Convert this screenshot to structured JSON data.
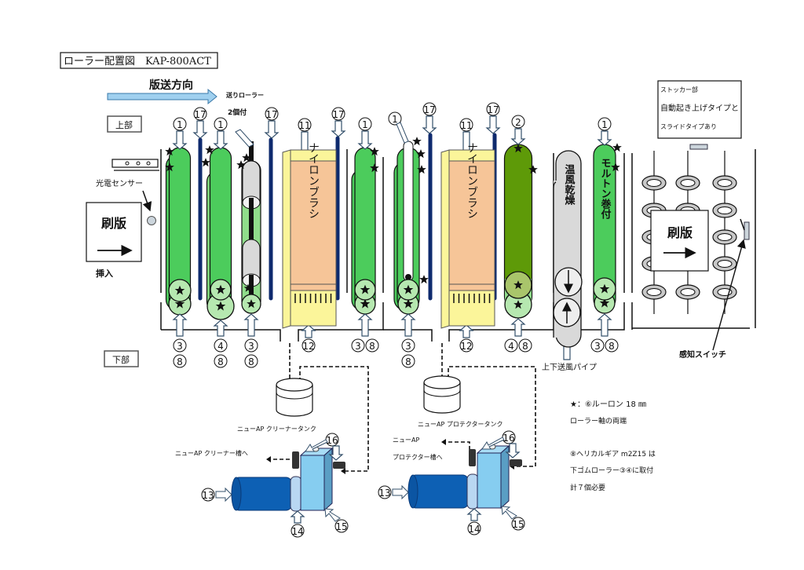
{
  "title": "ローラー配置図　KAP-800ACT",
  "direction_label": "版送方向",
  "feed_roller_note": [
    "送りローラー",
    "2個付"
  ],
  "upper_label": "上部",
  "lower_label": "下部",
  "photo_sensor_label": "光電センサー",
  "plate_label": "刷版",
  "insert_label": "挿入",
  "stacker_note": [
    "ストッカー部",
    "自動起き上げタイプと",
    "スライドタイプあり"
  ],
  "stacker_plate_label": "刷版",
  "detect_switch_label": "感知スイッチ",
  "nylon_brush_label": "ナイロンブラシ",
  "warm_air_label": "温風乾燥",
  "molton_label": "モルトン巻付",
  "air_pipe_label": "上下送風パイプ",
  "top_callouts": [
    "①",
    "⑰",
    "①",
    "⑰",
    "⑪",
    "⑰",
    "①",
    "①",
    "⑰",
    "⑪",
    "⑰",
    "②",
    "①"
  ],
  "bottom_callouts": [
    {
      "top": "③",
      "bottom": "⑧"
    },
    {
      "top": "④",
      "bottom": "⑧"
    },
    {
      "top": "③",
      "bottom": "⑧"
    },
    {
      "top": "⑫",
      "bottom": ""
    },
    {
      "top": "③⑧",
      "bottom": ""
    },
    {
      "top": "③",
      "bottom": "⑧"
    },
    {
      "top": "⑫",
      "bottom": ""
    },
    {
      "top": "④⑧",
      "bottom": ""
    },
    {
      "top": "③⑧",
      "bottom": ""
    }
  ],
  "cleaner_tank_label": "ニューAP クリーナータンク",
  "cleaner_out_label": "ニューAP クリーナー槽へ",
  "protector_tank_label": "ニューAP プロテクタータンク",
  "protector_out_label": [
    "ニューAP",
    "プロテクター槽へ"
  ],
  "pump_callouts": {
    "motor": "⑬",
    "ring": "⑭",
    "body": "⑮",
    "fitting": "⑯"
  },
  "legend": {
    "star_note": [
      "★：⑥ルーロン 18 ㎜",
      "ローラー軸の両端"
    ],
    "gear_note": [
      "⑧ヘリカルギア m2Z15 は",
      "下ゴムローラー③④に取付",
      "計７個必要"
    ]
  },
  "colors": {
    "green": "#4ccc5c",
    "light_green": "#b6e8b0",
    "dark_green": "#5e9a08",
    "navy": "#0e2a6e",
    "brush": "#f6c598",
    "brush_frame": "#fbf59a",
    "grey": "#d9d9d9",
    "arrow_blue": "#9fd0ef",
    "motor": "#0d60b4",
    "pump_body": "#86cdf0"
  }
}
